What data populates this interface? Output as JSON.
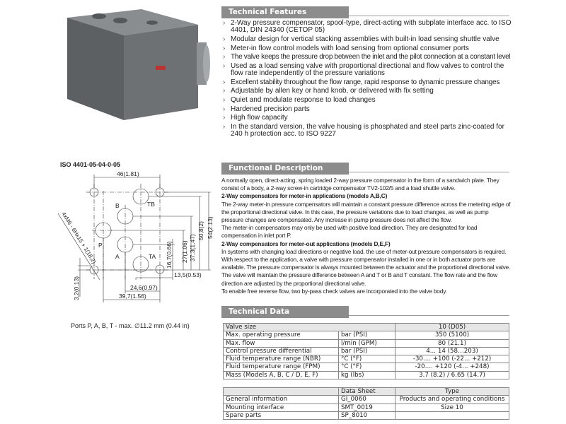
{
  "product_image": {
    "label": "valve-image"
  },
  "technical_features": {
    "title": "Technical Features",
    "items": [
      "2-Way pressure compensator, spool-type, direct-acting with subplate interface acc. to ISO 4401, DIN 24340 (CETOP 05)",
      "Modular design for vertical stacking assemblies with built-in load sensing shuttle valve",
      "Meter-in flow control models with load sensing from optional consumer ports",
      "The valve keeps the pressure drop between the inlet and the pilot connection at a constant level",
      "Used as a load sensing valve with proportional directional and flow valves to control the flow rate independently of the pressure variations",
      "Excellent stability throughout the flow range, rapid response to dynamic pressure changes",
      "Adjustable by allen key or hand knob, or delivered with fix setting",
      "Quiet and modulate response to load changes",
      "Hardened precision parts",
      "High flow capacity",
      "In the standard version, the valve housing is phosphated and steel parts zinc-coated for 240 h protection acc. to ISO 9227"
    ]
  },
  "diagram": {
    "title": "ISO 4401-05-04-0-05",
    "dim_46": "46(1.81)",
    "dim_54": "54(2.13)",
    "dim_50_8": "50,8(2)",
    "dim_37_3": "37,3(1.47)",
    "dim_27": "27(1.06)",
    "dim_16_7": "16,7(0.66)",
    "dim_13_5": "13,5(0.53)",
    "dim_24_6": "24,6(0.97)",
    "dim_39_7": "39,7(1.56)",
    "dim_3_2": "3,2(0.13)",
    "thread": "4xM6 - 6Hx15 + 1(18,2)",
    "port_b": "B",
    "port_tb": "TB",
    "port_p": "P",
    "port_a": "A",
    "port_ta": "TA",
    "ports_note": "Ports P, A, B, T - max. ∅11.2 mm (0.44 in)"
  },
  "functional_description": {
    "title": "Functional Description",
    "paragraphs": [
      "A normally open, direct-acting, spring loaded 2-way pressure compensator in the form of a sandwich plate. They consist of a body, a 2-way screw-in cartridge compensator TV2-102/5 and a load shuttle valve.",
      "2-Way compensators for meter-in applications (models A,B,C)",
      "The 2-way meter-in pressure compensators will maintain a constant pressure difference across the metering edge of the proportional directional valve. In this case, the pressure variations due to load changes, as well as pump pressure changes are compensated. Any increase in pump pressure does not affect the flow.",
      "The meter-in compensators may only be used with positive load direction. They are designated for load compensation in inlet port P.",
      "2-Way compensators for meter-out applications (models D,E,F)",
      "In systems with changing load directions or negative load, the use of meter-out pressure compensators is required. With respect to the application, a valve with pressure compensator installed in one or in both actuator ports are available. The pressure compensator is always mounted between the actuator and the proportional directional valve. The valve will maintain the pressure difference between A and T or B and T constant. The flow rate and the flow direction are adjusted by the proportional directional valve.",
      "To enable free reverse flow, two by-pass check valves are incorporated into the valve body."
    ]
  },
  "technical_data": {
    "title": "Technical Data",
    "size_label": "Valve size",
    "size_value": "10 (D05)",
    "rows": [
      [
        "Max. operating pressure",
        "bar (PSI)",
        "350 (5100)"
      ],
      [
        "Max. flow",
        "l/min (GPM)",
        "80 (21.1)"
      ],
      [
        "Control pressure differential",
        "bar (PSI)",
        "4... 14 (58…203)"
      ],
      [
        "Fluid temperature range (NBR)",
        "°C (°F)",
        "-30.... +100 (-22... +212)"
      ],
      [
        "Fluid temperature range (FPM)",
        "°C (°F)",
        "-20.... +120 (-4... +248)"
      ],
      [
        "Mass (Models A, B, C / D, E, F)",
        "kg (lbs)",
        "3.7 (8.2) / 6.65 (14.7)"
      ]
    ],
    "docs_header": [
      "",
      "Data Sheet",
      "Type"
    ],
    "docs": [
      [
        "General information",
        "GI_0060",
        "Products and operating conditions"
      ],
      [
        "Mounting interface",
        "SMT_0019",
        "Size 10"
      ],
      [
        "Spare parts",
        "SP_8010",
        ""
      ]
    ]
  }
}
